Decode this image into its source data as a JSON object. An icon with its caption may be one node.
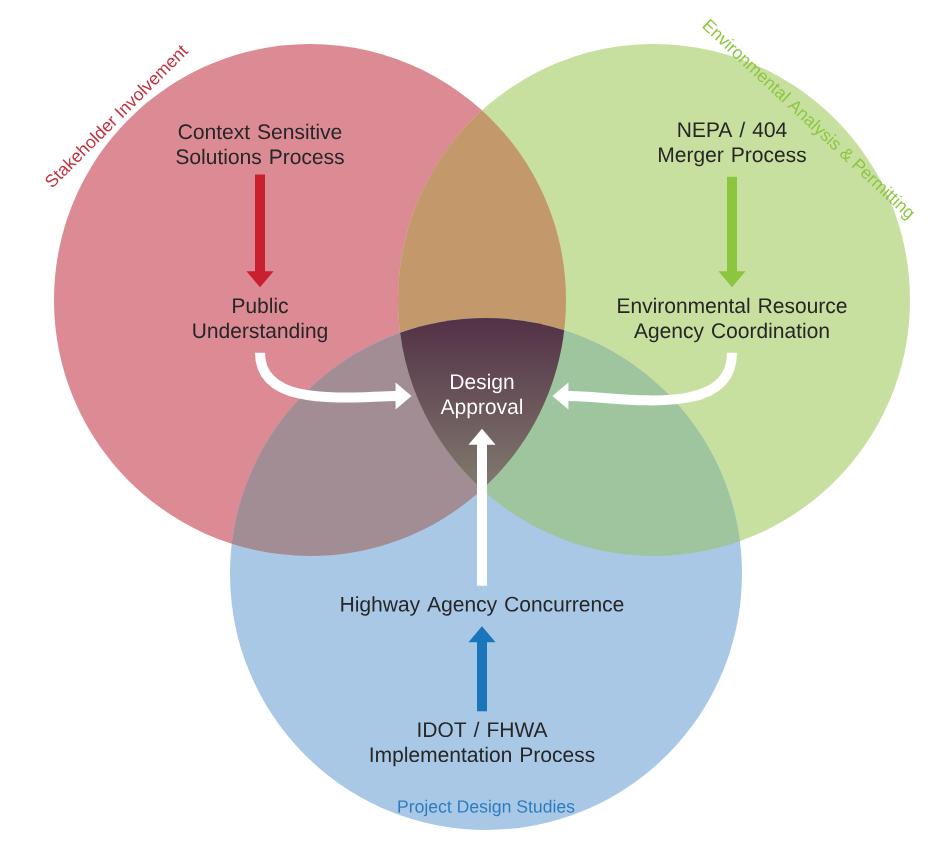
{
  "diagram": {
    "nodes": [
      {
        "text": [
          "Stakeholder Involvement"
        ]
      },
      {
        "text": [
          "Context Sensitive Solutions Process"
        ],
        "in": 0
      },
      {
        "text": [
          "Public Understanding"
        ],
        "in": 0
      },
      {
        "text": [
          "Environmental Analysis & Permitting"
        ]
      },
      {
        "text": [
          "NEPA / 404 Merger Process"
        ],
        "in": 3
      },
      {
        "text": [
          "Environmental Resource Agency Coordination"
        ],
        "in": 3
      },
      {
        "text": [
          "Design Approval"
        ]
      },
      {
        "text": [
          "Project Design Studies"
        ]
      },
      {
        "text": [
          "Highway Agency Concurrence"
        ],
        "in": 7
      },
      {
        "text": [
          "IDOT / FHWA Implementation Process"
        ],
        "in": 7
      }
    ],
    "edges": [
      {
        "from": 1,
        "to": 2,
        "arrow": "to",
        "color": "#c8202f"
      },
      {
        "from": 4,
        "to": 5,
        "arrow": "to",
        "color": "#8cc63f"
      },
      {
        "from": 2,
        "to": 6,
        "arrow": "to",
        "color": "#ffffff"
      },
      {
        "from": 5,
        "to": 6,
        "arrow": "to",
        "color": "#ffffff"
      },
      {
        "from": 8,
        "to": 6,
        "arrow": "to",
        "color": "#ffffff"
      },
      {
        "from": 9,
        "to": 8,
        "arrow": "to",
        "color": "#1b75bb"
      }
    ]
  }
}
